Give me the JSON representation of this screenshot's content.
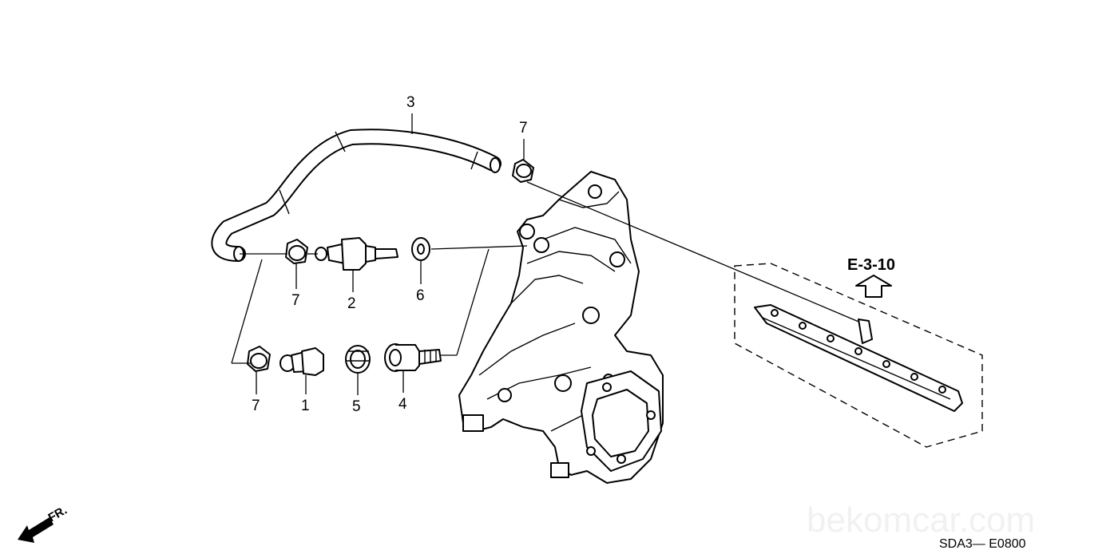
{
  "callouts": [
    "3",
    "7",
    "7",
    "2",
    "6",
    "7",
    "1",
    "5",
    "4"
  ],
  "section_reference": "E-3-10",
  "direction_label": "FR.",
  "diagram_code": "SDA3— E0800",
  "watermark": "bekomcar.com",
  "icons": [
    "forward-direction-arrow-icon",
    "up-arrow-reference-icon"
  ]
}
